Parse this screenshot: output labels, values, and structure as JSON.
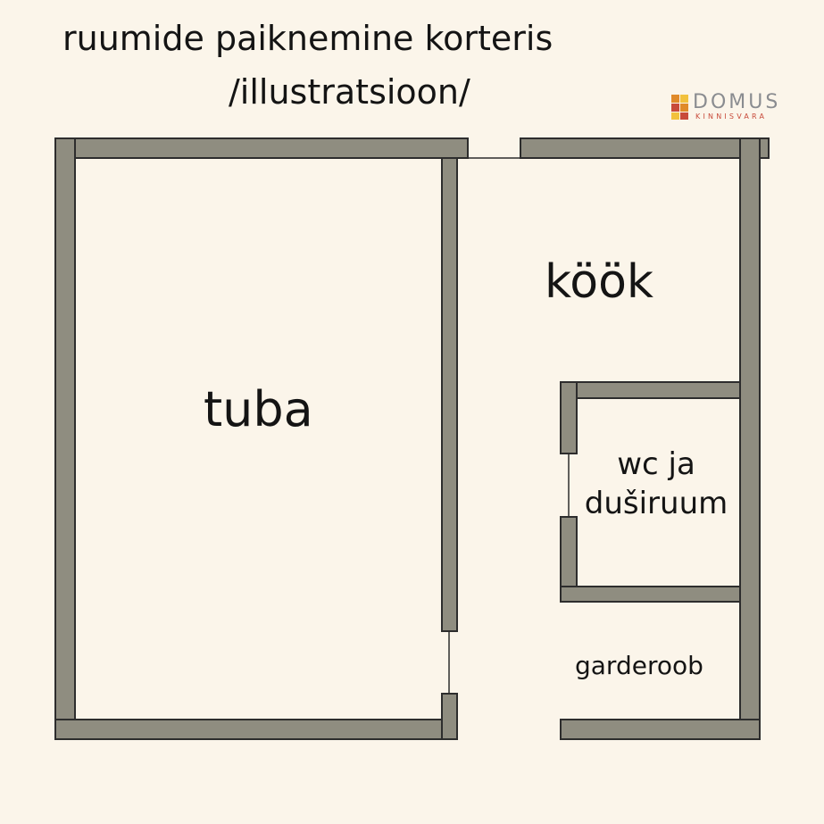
{
  "header": {
    "title": "ruumide paiknemine korteris",
    "subtitle": "/illustratsioon/"
  },
  "logo": {
    "name": "DOMUS",
    "tagline": "KINNISVARA",
    "colors": [
      "#e08a2a",
      "#c84a3a",
      "#f2c13d",
      "#8a8c90"
    ]
  },
  "rooms": {
    "tuba": "tuba",
    "kook": "köök",
    "wc_line1": "wc ja",
    "wc_line2": "duširuum",
    "garderoob": "garderoob"
  },
  "colors": {
    "wall_fill": "#8f8d80",
    "wall_stroke": "#2d2d2d",
    "background": "#fbf5ea"
  }
}
